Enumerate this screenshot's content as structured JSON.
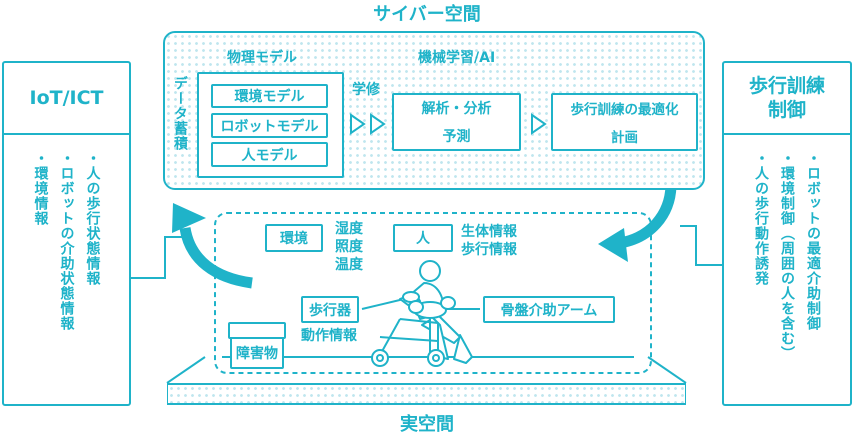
{
  "cyber": {
    "title": "サイバー空間",
    "data_accumulation": "データ蓄積",
    "physical_model_label": "物理モデル",
    "ml_label": "機械学習/AI",
    "models": [
      "環境モデル",
      "ロボットモデル",
      "人モデル"
    ],
    "learning": "学修",
    "analysis": {
      "line1": "解析・分析",
      "line2": "予測"
    },
    "plan": {
      "line1": "歩行訓練の最適化",
      "line2": "計画"
    }
  },
  "real": {
    "title": "実空間",
    "environment": "環境",
    "env_info": [
      "湿度",
      "照度",
      "温度"
    ],
    "person": "人",
    "person_info": [
      "生体情報",
      "歩行情報"
    ],
    "walker": "歩行器",
    "walker_info": "動作情報",
    "pelvis_arm": "骨盤介助アーム",
    "obstacle": "障害物"
  },
  "left_panel": {
    "title": "IoT/ICT",
    "items": [
      "・人の歩行状態情報",
      "・ロボットの介助状態情報",
      "・環境情報"
    ]
  },
  "right_panel": {
    "title_line1": "歩行訓練",
    "title_line2": "制御",
    "items": [
      "・ロボットの最適介助制御",
      "・環境制御（周囲の人を含む）",
      "・人の歩行動作誘発"
    ]
  },
  "colors": {
    "accent": "#1fb3c9",
    "dots": "#bfe6ee"
  }
}
